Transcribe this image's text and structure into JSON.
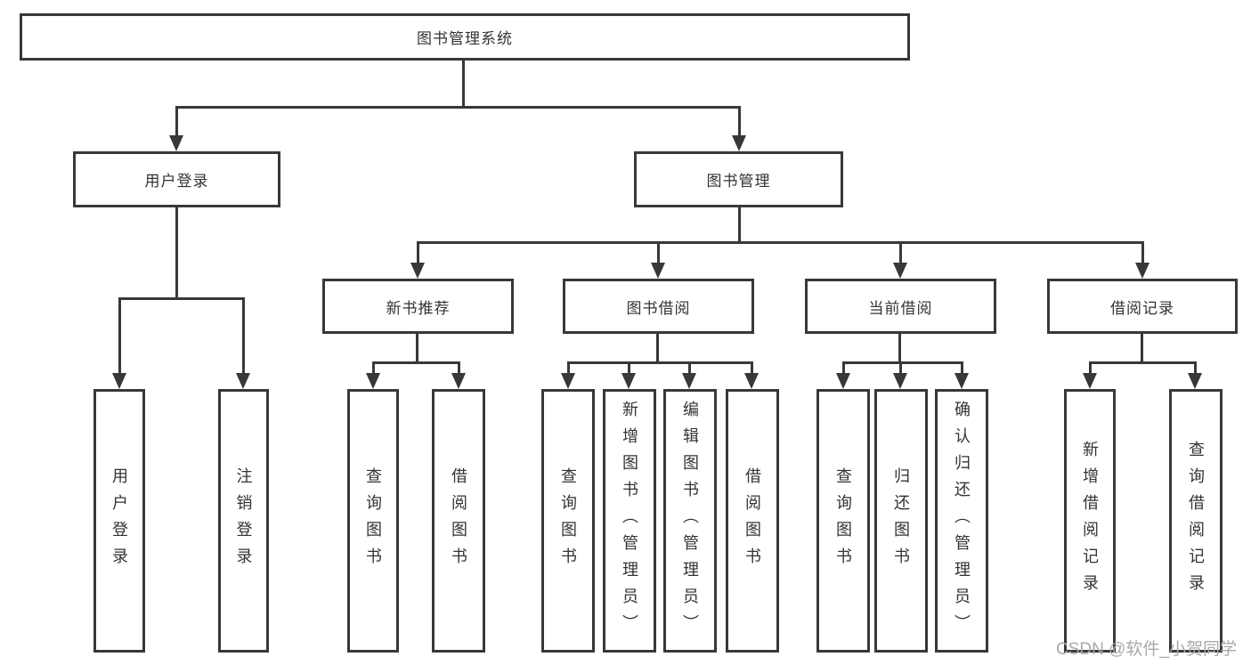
{
  "tree": {
    "root": "图书管理系统",
    "user_login": {
      "label": "用户登录",
      "children": [
        "用户登录",
        "注销登录"
      ]
    },
    "book_mgmt": {
      "label": "图书管理",
      "sections": {
        "new_books": {
          "label": "新书推荐",
          "children": [
            "查询图书",
            "借阅图书"
          ]
        },
        "borrow": {
          "label": "图书借阅",
          "children": [
            "查询图书",
            "新增图书（管理员）",
            "编辑图书（管理员）",
            "借阅图书"
          ]
        },
        "current": {
          "label": "当前借阅",
          "children": [
            "查询图书",
            "归还图书",
            "确认归还（管理员）"
          ]
        },
        "records": {
          "label": "借阅记录",
          "children": [
            "新增借阅记录",
            "查询借阅记录"
          ]
        }
      }
    }
  },
  "watermark": "CSDN @软件_小贺同学",
  "colors": {
    "line": "#383838",
    "text": "#333333",
    "background": "#ffffff",
    "watermark": "#a9a9a9"
  }
}
